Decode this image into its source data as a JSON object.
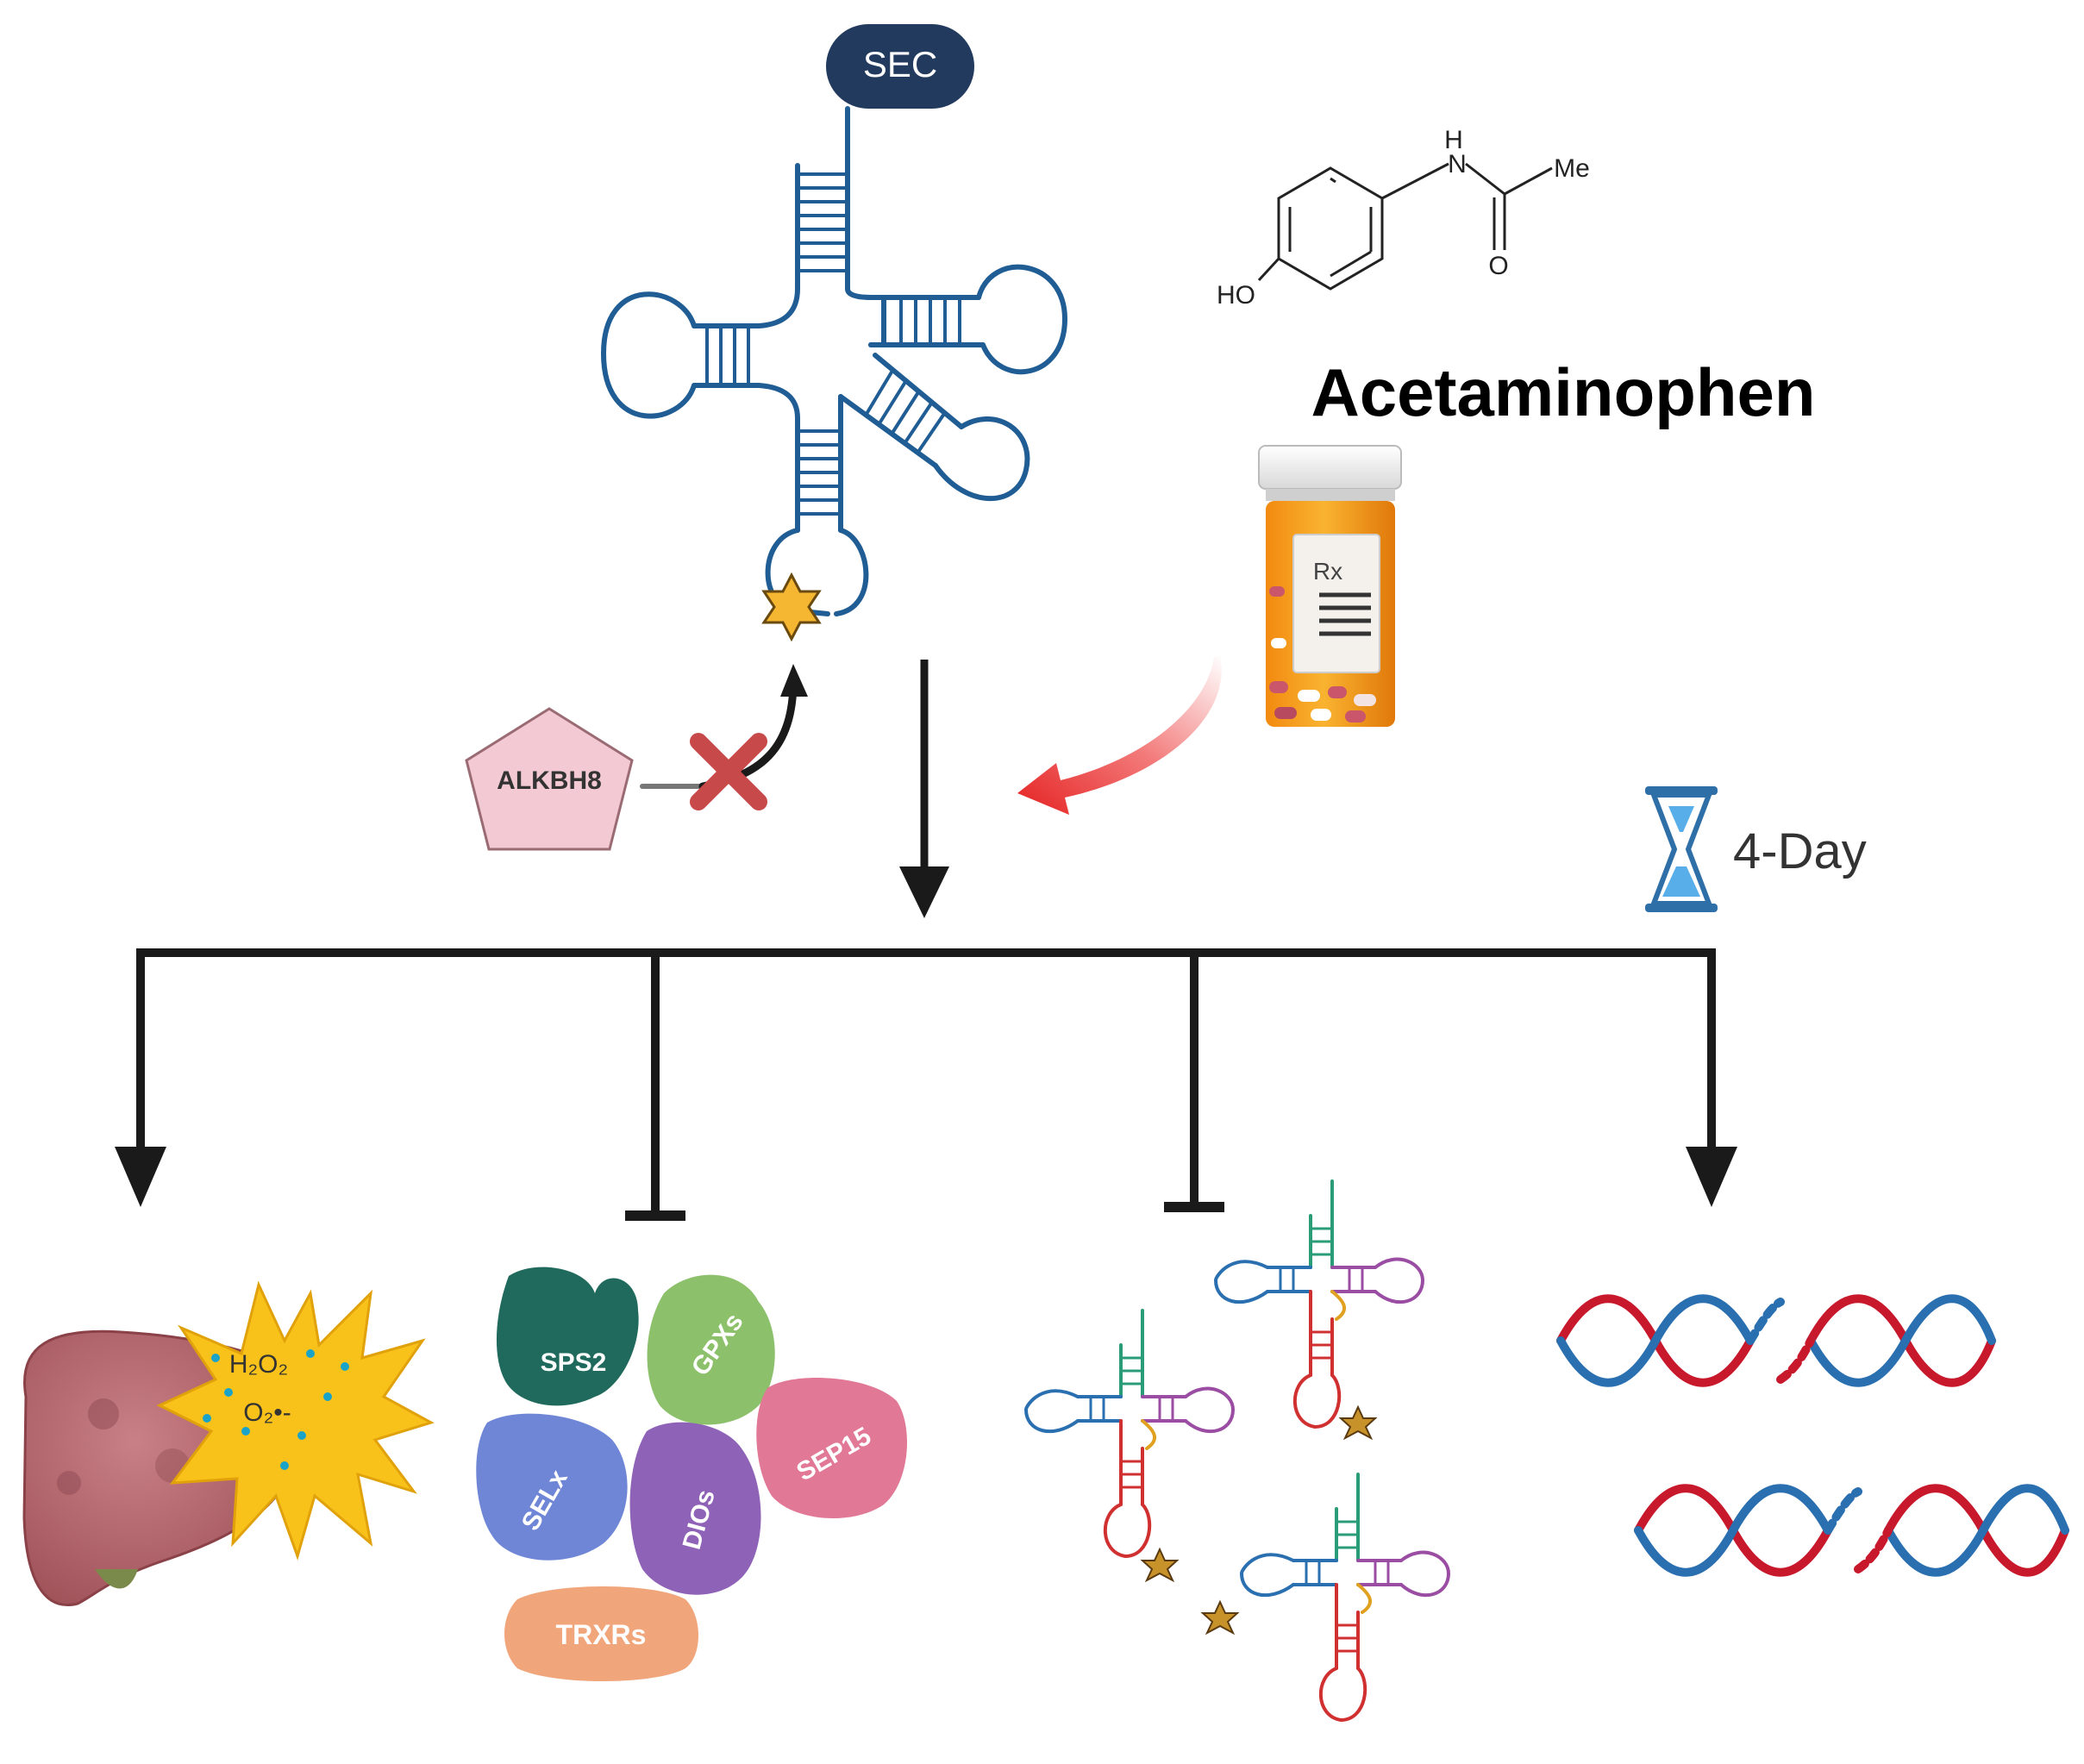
{
  "trna": {
    "amino_acid_label": "SEC"
  },
  "drug": {
    "name": "Acetaminophen",
    "structure_labels": {
      "nh": "H",
      "n": "N",
      "methyl": "Me",
      "oxygen": "O",
      "hydroxyl": "HO"
    },
    "bottle_rx": "Rx"
  },
  "enzyme": {
    "label": "ALKBH8"
  },
  "time": {
    "label": "4-Day"
  },
  "ros": {
    "h2o2": "H₂O₂",
    "superoxide": "O₂•-"
  },
  "selenoproteins": {
    "sps2": "SPS2",
    "gpxs": "GPXs",
    "selx": "SELx",
    "dios": "DIOs",
    "sep15": "SEP15",
    "trxrs": "TRXRs"
  },
  "colors": {
    "trna_blue": "#1f5d94",
    "sec_navy": "#223a5e",
    "star_gold": "#f5b731",
    "arrow_black": "#1a1a1a",
    "red_arrow": "#e52222",
    "cross_red": "#c8494a",
    "pentagon_pink": "#f3c9d3",
    "dna_red": "#c8182b",
    "dna_blue": "#2a6fb0",
    "sps2": "#1f6a5c",
    "gpxs": "#8cc06b",
    "selx": "#6f86d6",
    "dios": "#8e62b6",
    "sep15": "#e07896",
    "trxrs": "#f0a57a",
    "liver": "#b86a70",
    "burst": "#f9c21a"
  }
}
